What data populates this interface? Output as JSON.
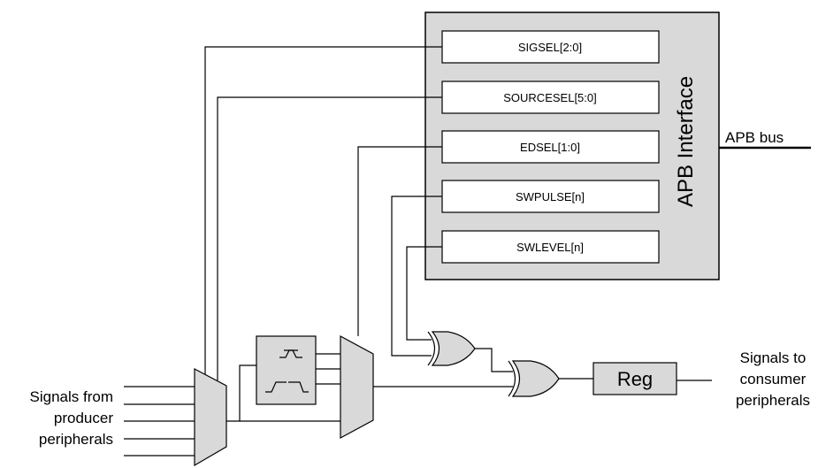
{
  "apb_interface": {
    "title": "APB Interface",
    "registers": [
      "SIGSEL[2:0]",
      "SOURCESEL[5:0]",
      "EDSEL[1:0]",
      "SWPULSE[n]",
      "SWLEVEL[n]"
    ]
  },
  "apb_bus_label": "APB bus",
  "inputs_label": [
    "Signals from",
    "producer",
    "peripherals"
  ],
  "register_block_label": "Reg",
  "outputs_label": [
    "Signals to",
    "consumer",
    "peripherals"
  ],
  "colors": {
    "block_fill": "#d9d9d9",
    "stroke": "#000000",
    "background": "#ffffff"
  }
}
